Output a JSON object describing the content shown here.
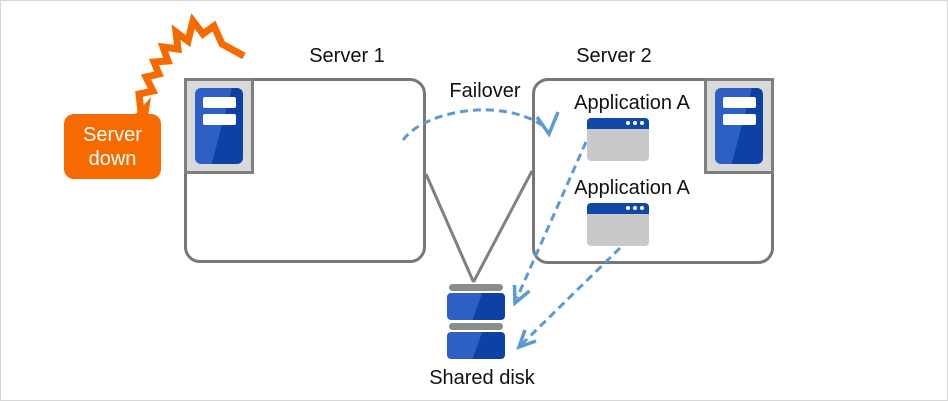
{
  "diagram": {
    "type": "failover-cluster-diagram",
    "nodes": {
      "server1": {
        "label": "Server 1"
      },
      "server2": {
        "label": "Server 2"
      },
      "shared_disk": {
        "label": "Shared disk"
      },
      "badge": {
        "line1": "Server",
        "line2": "down"
      },
      "apps": [
        {
          "label": "Application A"
        },
        {
          "label": "Application A"
        }
      ]
    },
    "edges": {
      "failover": {
        "label": "Failover"
      }
    },
    "icons": [
      "lightning-icon",
      "server-tower-icon",
      "app-window-icon",
      "shared-disk-icon"
    ],
    "colors": {
      "alert_orange": "#f76a00",
      "tower_blue_light": "#2e5fc4",
      "tower_blue_dark": "#0e41a4",
      "window_titlebar_blue": "#1148a8",
      "dashed_arrow_blue": "#5b9bd5",
      "line_gray": "#808080",
      "border_gray": "#777777",
      "panel_gray": "#d9d9d9",
      "window_body_gray": "#c9c9c9",
      "disk_bar_gray": "#8c8c8c"
    }
  }
}
